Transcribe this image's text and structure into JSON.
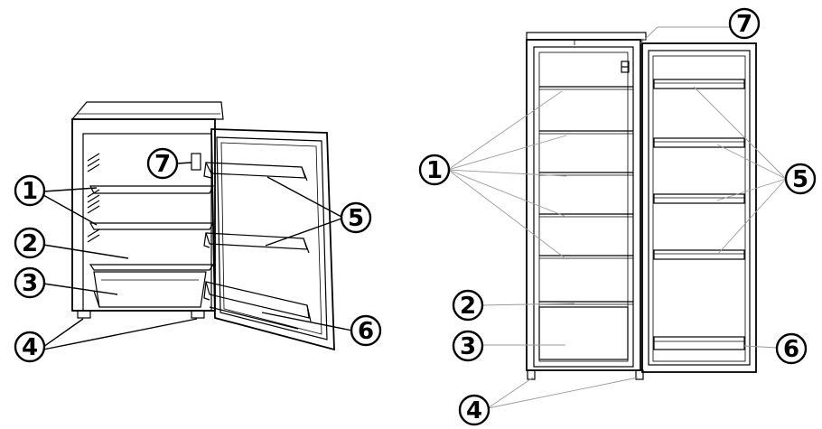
{
  "left_figure": {
    "callouts": {
      "n1": "1",
      "n2": "2",
      "n3": "3",
      "n4": "4",
      "n5": "5",
      "n6": "6",
      "n7": "7"
    }
  },
  "right_figure": {
    "callouts": {
      "n1": "1",
      "n2": "2",
      "n3": "3",
      "n4": "4",
      "n5": "5",
      "n6": "6",
      "n7": "7"
    }
  }
}
